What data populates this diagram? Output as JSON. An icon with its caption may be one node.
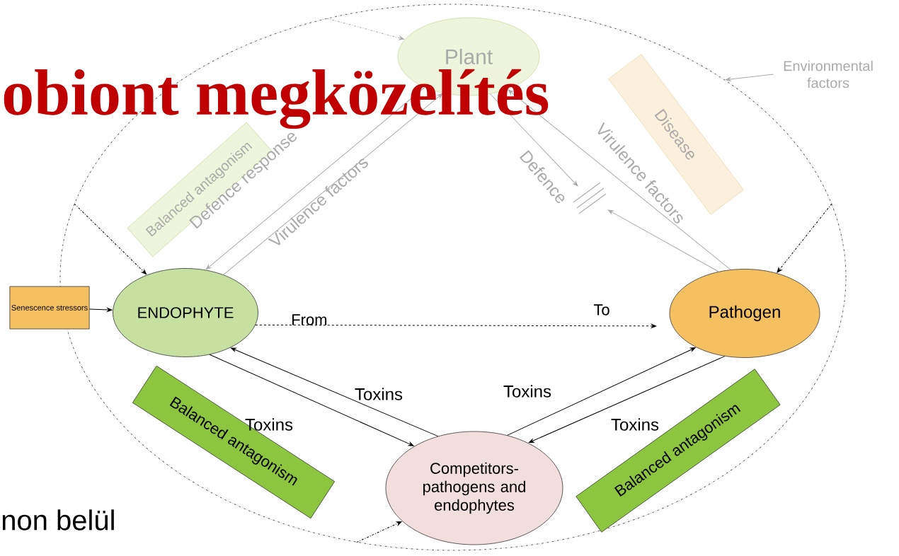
{
  "diagram": {
    "title": "obiont megközelítés",
    "nodes": [
      {
        "text": [],
        "shape": "ellipse"
      },
      {
        "text": [
          "Plant"
        ],
        "in": 0
      },
      {
        "text": [
          "Environmental factors"
        ]
      },
      {
        "text": [
          "Balanced antagonism"
        ],
        "in": 0
      },
      {
        "text": [
          "Disease"
        ],
        "in": 0
      },
      {
        "text": [
          "Senescence stressors"
        ]
      },
      {
        "text": [
          "ENDOPHYTE"
        ],
        "in": 0
      },
      {
        "text": [
          "Pathogen"
        ],
        "in": 0
      },
      {
        "text": [
          "Balanced antagonism"
        ],
        "in": 0
      },
      {
        "text": [
          "Competitors- pathogens and endophytes"
        ],
        "in": 0
      },
      {
        "text": [
          "Balanced antagonism"
        ],
        "in": 0
      },
      {
        "text": [],
        "shape": "bar",
        "in": 0
      }
    ],
    "edges": [
      {
        "from": 0,
        "to": 1,
        "arrow": "to",
        "style": "dashed",
        "color": "#aaaaaa"
      },
      {
        "from": 2,
        "to": 0,
        "arrow": "to",
        "color": "#aaaaaa"
      },
      {
        "from": 0,
        "to": 6,
        "arrow": "to",
        "style": "dashed"
      },
      {
        "from": 0,
        "to": 7,
        "arrow": "to",
        "style": "dashed"
      },
      {
        "from": 0,
        "to": 9,
        "arrow": "to",
        "style": "dashed"
      },
      {
        "from": 1,
        "to": 6,
        "arrow": "to",
        "label": "Defence response",
        "color": "#aaaaaa"
      },
      {
        "from": 6,
        "to": 1,
        "arrow": "to",
        "label": "Virulence factors",
        "color": "#aaaaaa"
      },
      {
        "from": 1,
        "to": 11,
        "arrow": "to",
        "label": "Defence",
        "color": "#aaaaaa"
      },
      {
        "from": 7,
        "to": 11,
        "arrow": "to",
        "color": "#aaaaaa"
      },
      {
        "from": 7,
        "to": 1,
        "arrow": "to",
        "label": "Virulence factors",
        "color": "#aaaaaa"
      },
      {
        "from": 5,
        "to": 6,
        "arrow": "to"
      },
      {
        "from": 6,
        "to": 7,
        "arrow": "to",
        "style": "dashed"
      },
      {
        "from": 6,
        "to": 9,
        "arrow": "to",
        "label": "Toxins"
      },
      {
        "from": 9,
        "to": 6,
        "arrow": "to",
        "label": "Toxins"
      },
      {
        "from": 9,
        "to": 7,
        "arrow": "to",
        "label": "Toxins"
      },
      {
        "from": 7,
        "to": 9,
        "arrow": "to",
        "label": "Toxins"
      }
    ],
    "labels": [
      "From",
      "To",
      "non belül"
    ]
  }
}
